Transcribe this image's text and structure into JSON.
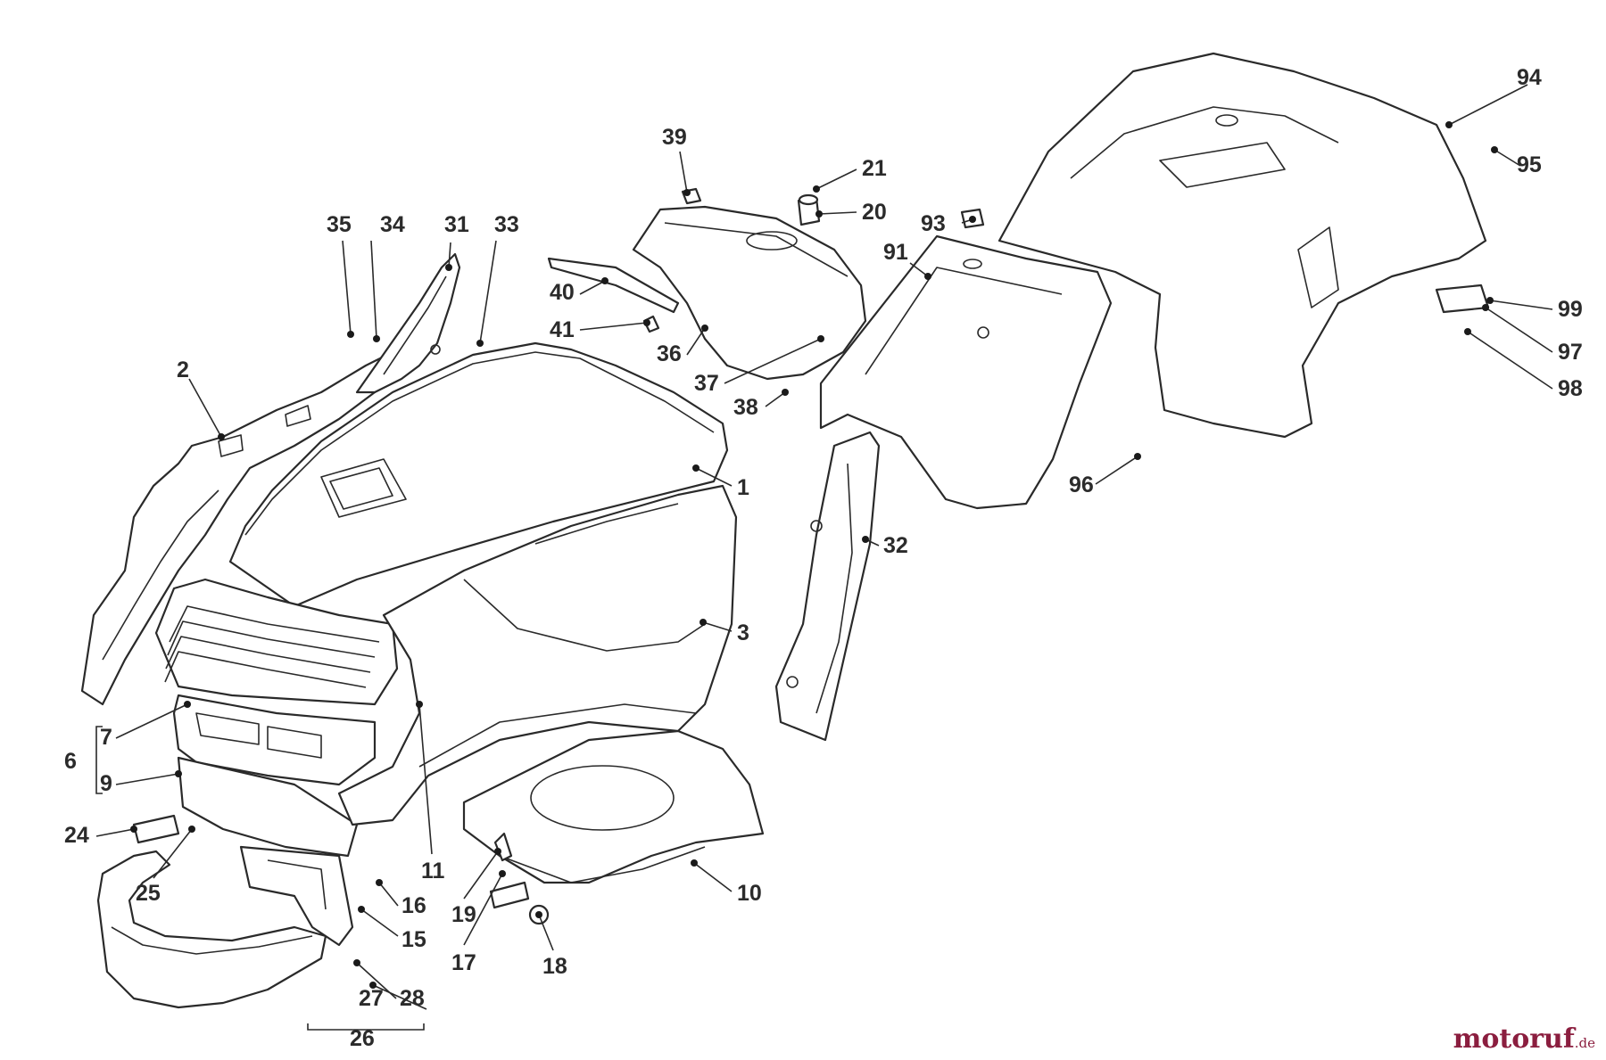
{
  "watermark": {
    "text": "motoruf",
    "suffix": ".de",
    "color": "#8b1e3f"
  },
  "callouts": [
    {
      "id": "1",
      "label": "1"
    },
    {
      "id": "2",
      "label": "2"
    },
    {
      "id": "3",
      "label": "3"
    },
    {
      "id": "6",
      "label": "6"
    },
    {
      "id": "7",
      "label": "7"
    },
    {
      "id": "9",
      "label": "9"
    },
    {
      "id": "10",
      "label": "10"
    },
    {
      "id": "11",
      "label": "11"
    },
    {
      "id": "15",
      "label": "15"
    },
    {
      "id": "16",
      "label": "16"
    },
    {
      "id": "17",
      "label": "17"
    },
    {
      "id": "18",
      "label": "18"
    },
    {
      "id": "19",
      "label": "19"
    },
    {
      "id": "20",
      "label": "20"
    },
    {
      "id": "21",
      "label": "21"
    },
    {
      "id": "24",
      "label": "24"
    },
    {
      "id": "25",
      "label": "25"
    },
    {
      "id": "26",
      "label": "26"
    },
    {
      "id": "27",
      "label": "27"
    },
    {
      "id": "28",
      "label": "28"
    },
    {
      "id": "31",
      "label": "31"
    },
    {
      "id": "32",
      "label": "32"
    },
    {
      "id": "33",
      "label": "33"
    },
    {
      "id": "34",
      "label": "34"
    },
    {
      "id": "35",
      "label": "35"
    },
    {
      "id": "36",
      "label": "36"
    },
    {
      "id": "37",
      "label": "37"
    },
    {
      "id": "38",
      "label": "38"
    },
    {
      "id": "39",
      "label": "39"
    },
    {
      "id": "40",
      "label": "40"
    },
    {
      "id": "41",
      "label": "41"
    },
    {
      "id": "91",
      "label": "91"
    },
    {
      "id": "93",
      "label": "93"
    },
    {
      "id": "94",
      "label": "94"
    },
    {
      "id": "95",
      "label": "95"
    },
    {
      "id": "96",
      "label": "96"
    },
    {
      "id": "97",
      "label": "97"
    },
    {
      "id": "98",
      "label": "98"
    },
    {
      "id": "99",
      "label": "99"
    }
  ]
}
